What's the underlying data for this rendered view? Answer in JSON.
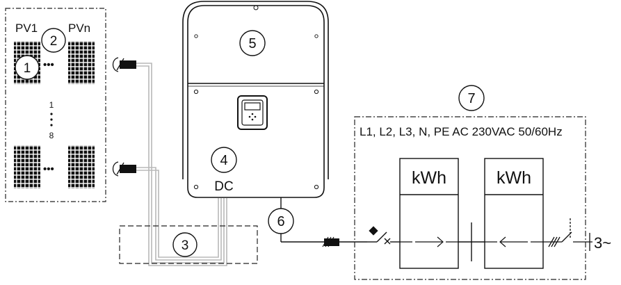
{
  "pv": {
    "first_label": "PV1",
    "last_label": "PVn",
    "ellipsis": "•••",
    "string_range_start": "1",
    "string_range_end": "8"
  },
  "callouts": [
    "1",
    "2",
    "3",
    "4",
    "5",
    "6",
    "7"
  ],
  "inverter": {
    "dc_label": "DC"
  },
  "grid": {
    "spec_label": "L1, L2, L3, N, PE AC 230VAC 50/60Hz",
    "meter1_label": "kWh",
    "meter2_label": "kWh",
    "phase_label": "3~"
  },
  "colors": {
    "line": "#111111",
    "dc_cable": "#b8b8b8",
    "connector": "#111111"
  }
}
